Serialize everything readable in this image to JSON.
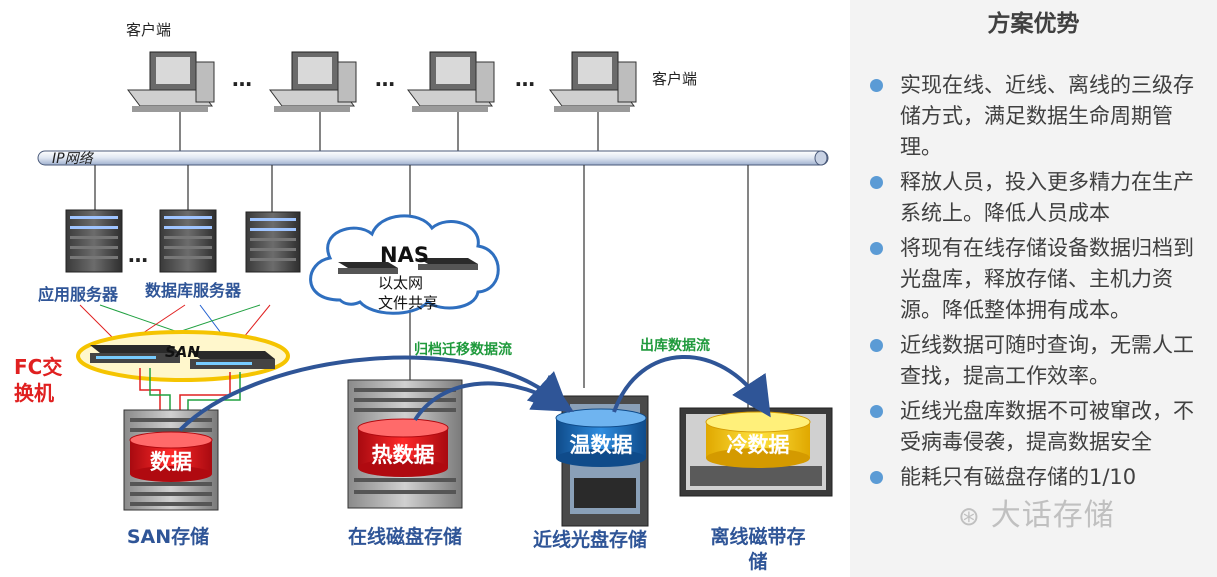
{
  "diagram": {
    "client_label_top": "客户端",
    "client_label_right": "客户端",
    "ellipsis": "…",
    "ip_network": "IP网络",
    "app_server": "应用服务器",
    "db_server": "数据库服务器",
    "nas_title": "NAS",
    "nas_line1": "以太网",
    "nas_line2": "文件共享",
    "san": "SAN",
    "fc_switch_line1": "FC交",
    "fc_switch_line2": "换机",
    "archive_flow": "归档迁移数据流",
    "outbound_flow": "出库数据流",
    "cyl_data": "数据",
    "cyl_hot": "热数据",
    "cyl_warm": "温数据",
    "cyl_cold": "冷数据",
    "san_storage": "SAN存储",
    "online_disk": "在线磁盘存储",
    "nearline_optical": "近线光盘存储",
    "offline_tape_line1": "离线磁带存",
    "offline_tape_line2": "储",
    "colors": {
      "blue_line": "#2f5597",
      "red_cyl": "#e0141c",
      "blue_cyl": "#1f6fbf",
      "yellow_cyl": "#ffd200",
      "label_blue": "#2f5597",
      "green_text": "#1f9a3c",
      "fc_red": "#e02020"
    }
  },
  "panel": {
    "title": "方案优势",
    "bullets": [
      "实现在线、近线、离线的三级存储方式，满足数据生命周期管理。",
      "释放人员，投入更多精力在生产系统上。降低人员成本",
      "将现有在线存储设备数据归档到光盘库，释放存储、主机力资源。降低整体拥有成本。",
      "近线数据可随时查询，无需人工查找，提高工作效率。",
      "近线光盘库数据不可被窜改，不受病毒侵袭，提高数据安全",
      "能耗只有磁盘存储的1/10"
    ],
    "watermark": "大话存储"
  }
}
